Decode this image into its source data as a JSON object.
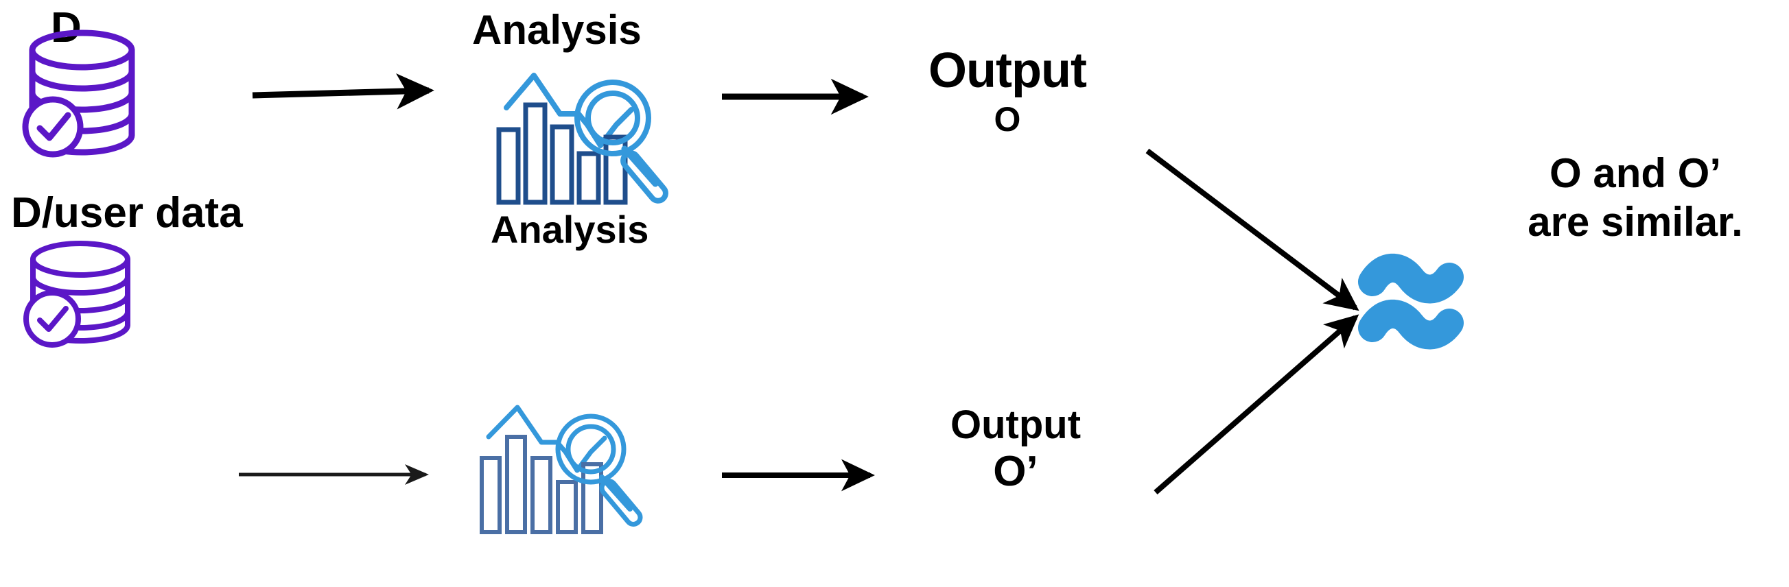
{
  "diagram": {
    "title": "Analysis reproducibility comparison",
    "background_color": "#ffffff",
    "palette": {
      "database_purple": "#5B17C7",
      "bar_navy": "#1F4E8C",
      "accent_blue": "#3498DB",
      "arrow_black": "#000000",
      "text_black": "#000000"
    },
    "rows": [
      {
        "id": "row-original",
        "dataset_label": "D",
        "dataset_icon": "database-check-icon",
        "analysis_label": "Analysis",
        "analysis_icon": "bar-chart-magnifier-icon",
        "output_title": "Output",
        "output_symbol": "O"
      },
      {
        "id": "row-modified",
        "dataset_label": "D/user data",
        "dataset_icon": "database-check-icon",
        "analysis_label": "Analysis",
        "analysis_icon": "bar-chart-magnifier-icon",
        "output_title": "Output",
        "output_symbol": "O’"
      }
    ],
    "conclusion": {
      "symbol": "≈",
      "symbol_icon": "approximately-equal-icon",
      "line1": "O and O’",
      "line2": "are similar."
    },
    "arrows": [
      {
        "id": "arrow-d-to-analysis",
        "from": "D",
        "to": "Analysis",
        "direction": "right"
      },
      {
        "id": "arrow-analysis-to-output",
        "from": "Analysis",
        "to": "Output O",
        "direction": "right"
      },
      {
        "id": "arrow-duser-to-analysis",
        "from": "D/user data",
        "to": "Analysis",
        "direction": "right"
      },
      {
        "id": "arrow-analysis2-to-output",
        "from": "Analysis",
        "to": "Output O’",
        "direction": "right"
      },
      {
        "id": "arrow-output-to-approx",
        "from": "Output O",
        "to": "≈",
        "direction": "down-right"
      },
      {
        "id": "arrow-output2-to-approx",
        "from": "Output O’",
        "to": "≈",
        "direction": "up-right"
      }
    ]
  }
}
